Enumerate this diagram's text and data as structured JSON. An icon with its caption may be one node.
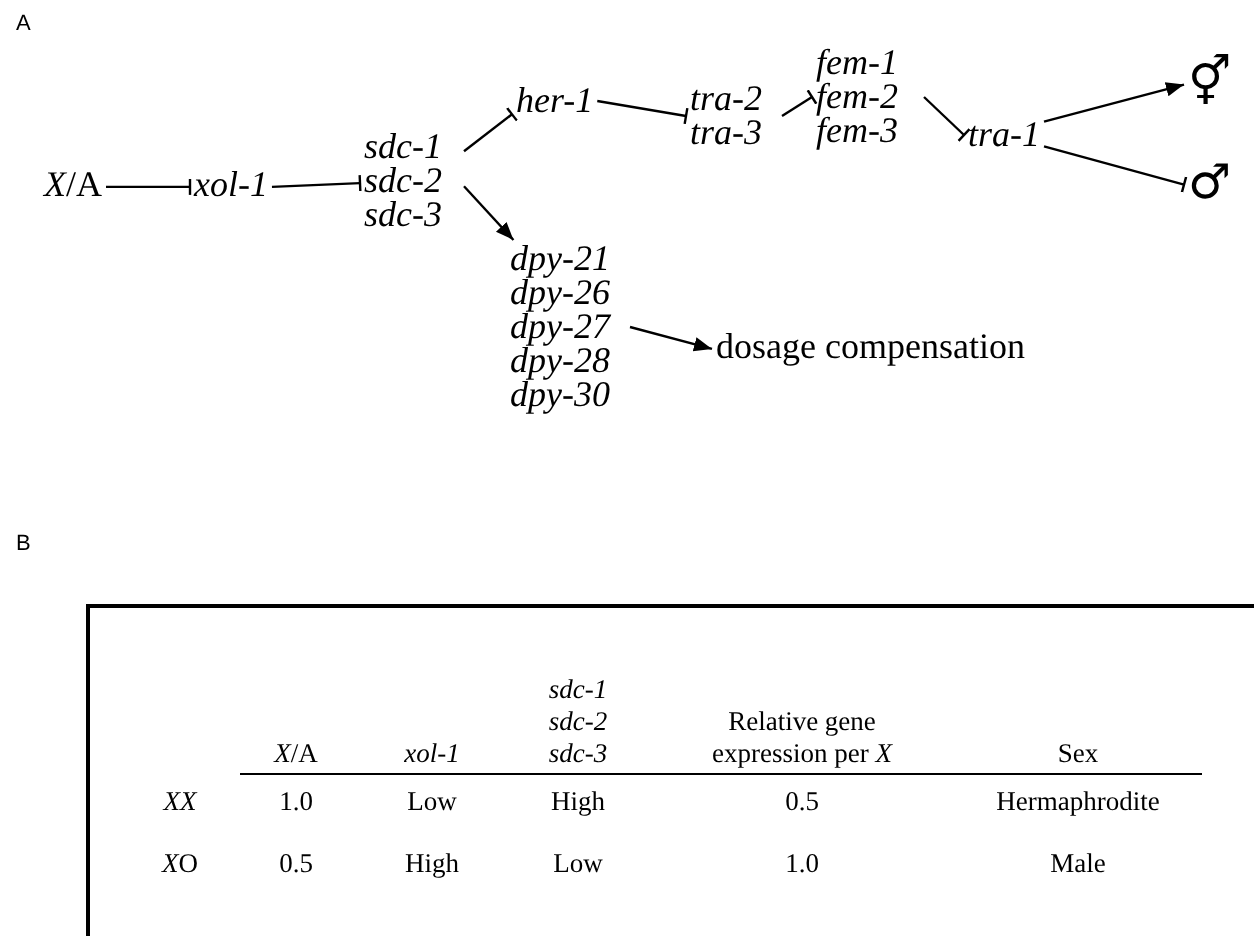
{
  "diagram": {
    "nodes": [
      {
        "text": [
          "*X*/A"
        ]
      },
      {
        "text": [
          "xol-1"
        ]
      },
      {
        "text": [
          "sdc-1 sdc-2 sdc-3"
        ]
      },
      {
        "text": [
          "her-1"
        ]
      },
      {
        "text": [
          "tra-2 tra-3"
        ]
      },
      {
        "text": [
          "fem-1 fem-2 fem-3"
        ]
      },
      {
        "text": [
          "tra-1"
        ]
      },
      {
        "text": [
          "⚥"
        ]
      },
      {
        "text": [
          "♂"
        ]
      },
      {
        "text": [
          "dpy-21 dpy-26 dpy-27 dpy-28 dpy-30"
        ]
      },
      {
        "text": [
          "dosage compensation"
        ]
      }
    ],
    "edges": [
      {
        "from": 0,
        "to": 1,
        "arrow": "other"
      },
      {
        "from": 1,
        "to": 2,
        "arrow": "other"
      },
      {
        "from": 2,
        "to": 3,
        "arrow": "other"
      },
      {
        "from": 2,
        "to": 9,
        "arrow": "to"
      },
      {
        "from": 3,
        "to": 4,
        "arrow": "other"
      },
      {
        "from": 4,
        "to": 5,
        "arrow": "other"
      },
      {
        "from": 5,
        "to": 6,
        "arrow": "other"
      },
      {
        "from": 6,
        "to": 7,
        "arrow": "to"
      },
      {
        "from": 6,
        "to": 8,
        "arrow": "other"
      },
      {
        "from": 9,
        "to": 10,
        "arrow": "to"
      }
    ],
    "labels": [
      "A",
      "B",
      "*X*/A",
      "xol-1",
      "sdc-1 sdc-2 sdc-3",
      "Relative gene expression per *X*",
      "Sex",
      "XX",
      "1.0",
      "Low",
      "High",
      "0.5",
      "Hermaphrodite",
      "XO",
      "0.5",
      "High",
      "Low",
      "1.0",
      "Male"
    ]
  }
}
